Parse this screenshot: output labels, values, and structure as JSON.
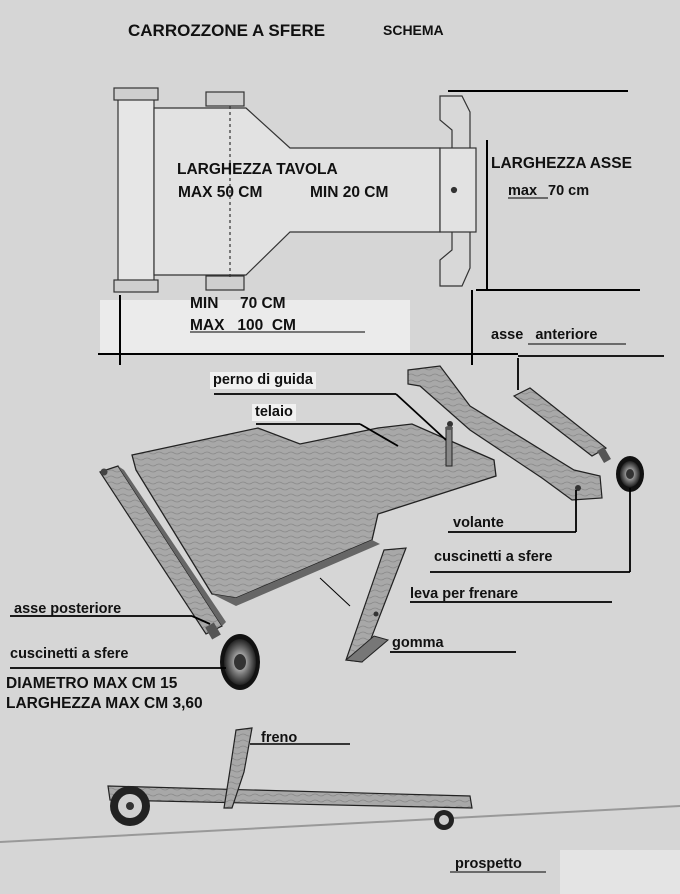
{
  "title": "CARROZZONE A SFERE",
  "title_suffix": "SCHEMA",
  "plan_view": {
    "board_width_label": "LARGHEZZA TAVOLA",
    "board_width_max": "MAX 50 CM",
    "board_width_min": "MIN 20 CM",
    "axle_width_label": "LARGHEZZA ASSE",
    "axle_width_max_prefix": "max",
    "axle_width_max_value": "70 cm",
    "length_min": "MIN     70 CM",
    "length_max": "MAX   100  CM"
  },
  "exploded_view": {
    "front_axle": "asse   anteriore",
    "guide_pin": "perno di guida",
    "frame": "telaio",
    "steering_wheel": "volante",
    "ball_bearings_front": "cuscinetti a sfere",
    "brake_lever": "leva per frenare",
    "rear_axle": "asse posteriore",
    "rubber": "gomma",
    "ball_bearings_rear": "cuscinetti a sfere",
    "diameter_max": "DIAMETRO MAX CM 15",
    "width_max": "LARGHEZZA MAX CM 3,60"
  },
  "side_view": {
    "brake": "freno",
    "elevation": "prospetto"
  },
  "colors": {
    "paper": "#d9d9d9",
    "ink": "#111111",
    "wood": "#9e9e9e"
  }
}
